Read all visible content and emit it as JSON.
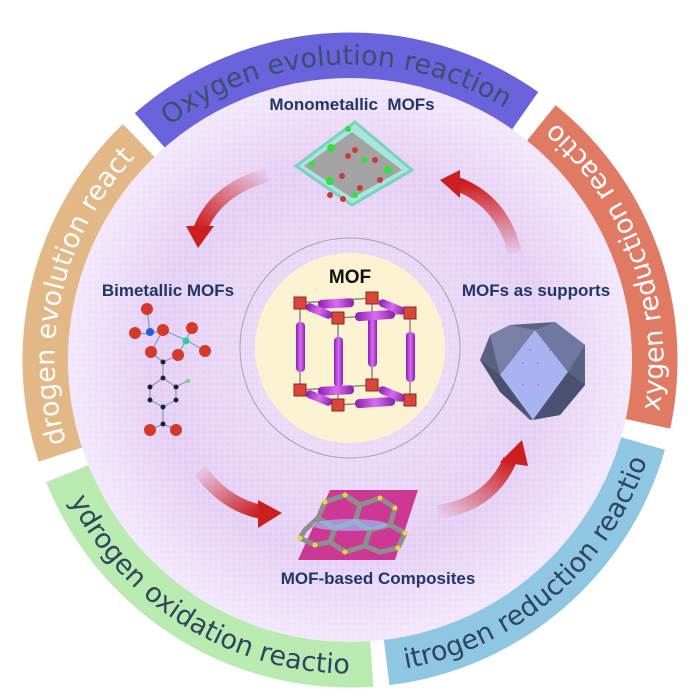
{
  "title": "MOF electrocatalysis overview",
  "center": {
    "label": "MOF"
  },
  "categories": [
    {
      "label": "Monometallic  MOFs"
    },
    {
      "label": "Bimetallic MOFs"
    },
    {
      "label": "MOF-based Composites"
    },
    {
      "label": "MOFs as supports"
    }
  ],
  "reactions": [
    {
      "label": "Oxygen evolution reaction",
      "color": "#6a63dc",
      "text_color": "#3a5070"
    },
    {
      "label": "Oxygen reduction reaction",
      "color": "#e07a63",
      "text_color": "#ffffff"
    },
    {
      "label": "Nitrogen reduction reaction",
      "color": "#8fc6e2",
      "text_color": "#2e4560"
    },
    {
      "label": "Hydrogen oxidation reaction",
      "color": "#b9eab0",
      "text_color": "#2e4560"
    },
    {
      "label": "Hydrogen evolution reaction",
      "color": "#e2b887",
      "text_color": "#ffffff"
    }
  ],
  "colors": {
    "disk": "#e6d2f5",
    "center_fill": "#fbf2d2",
    "arrow": "#cc1f1f",
    "label_text": "#1f3864"
  }
}
